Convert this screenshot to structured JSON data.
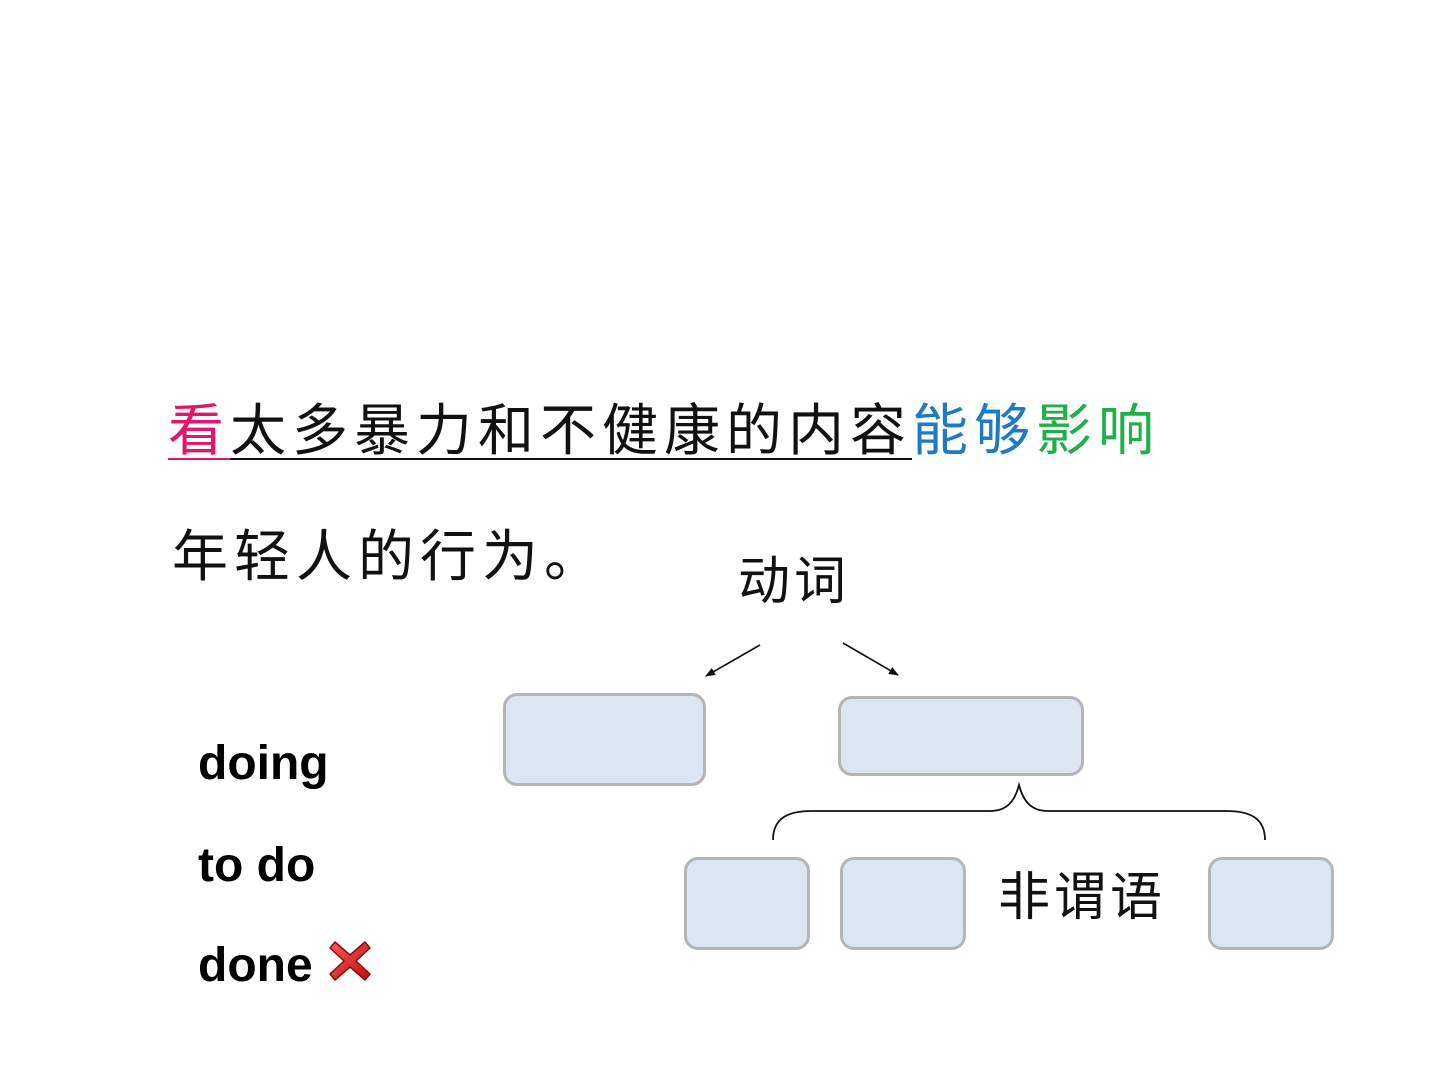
{
  "sentence": {
    "line1": {
      "subject_verb": "看",
      "rest_of_subject": "太多暴力和不健康的内容",
      "modal": "能够",
      "main_verb": "影响"
    },
    "line2": "年轻人的行为。"
  },
  "diagram": {
    "root_label": "动词",
    "nonfinite_label": "非谓语"
  },
  "forms": {
    "doing": "doing",
    "to_do": "to do",
    "done": "done"
  },
  "colors": {
    "subject_highlight": "#e3166b",
    "modal": "#1f7ac4",
    "main_verb": "#1fb04a",
    "box_fill": "#dce6f2",
    "box_border": "#b5b5b5",
    "cross_icon": "#e02020"
  },
  "icons": {
    "done_marker": "red-cross-icon"
  }
}
